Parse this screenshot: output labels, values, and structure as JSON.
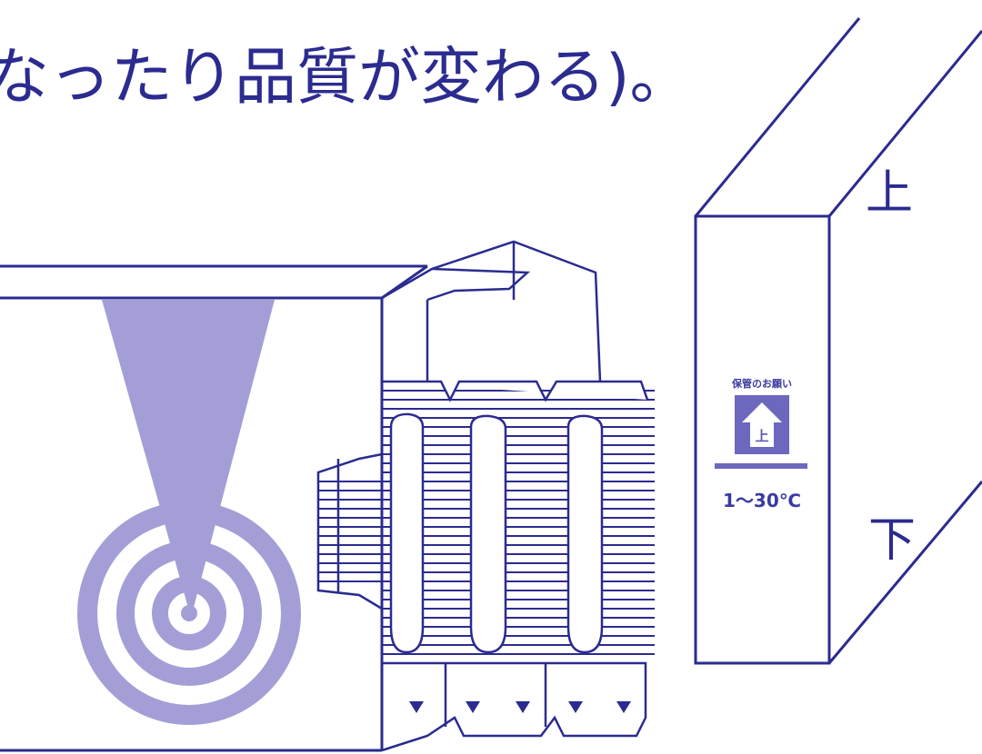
{
  "headline": "なったり品質が変わる)。",
  "box_labels": {
    "top": "上",
    "bottom": "下"
  },
  "storage_notice": {
    "title": "保管のお願い",
    "icon_label": "上",
    "temperature": "1～30℃"
  },
  "colors": {
    "line": "#2b2b90",
    "sound_wave": "#a39fd6",
    "notice_fill": "#6b68bd",
    "arrow": "#2b2b90"
  },
  "icons": [
    "speaker-cone-icon",
    "sound-wave-rings-icon",
    "up-arrow-house-icon",
    "down-arrow-icon"
  ]
}
